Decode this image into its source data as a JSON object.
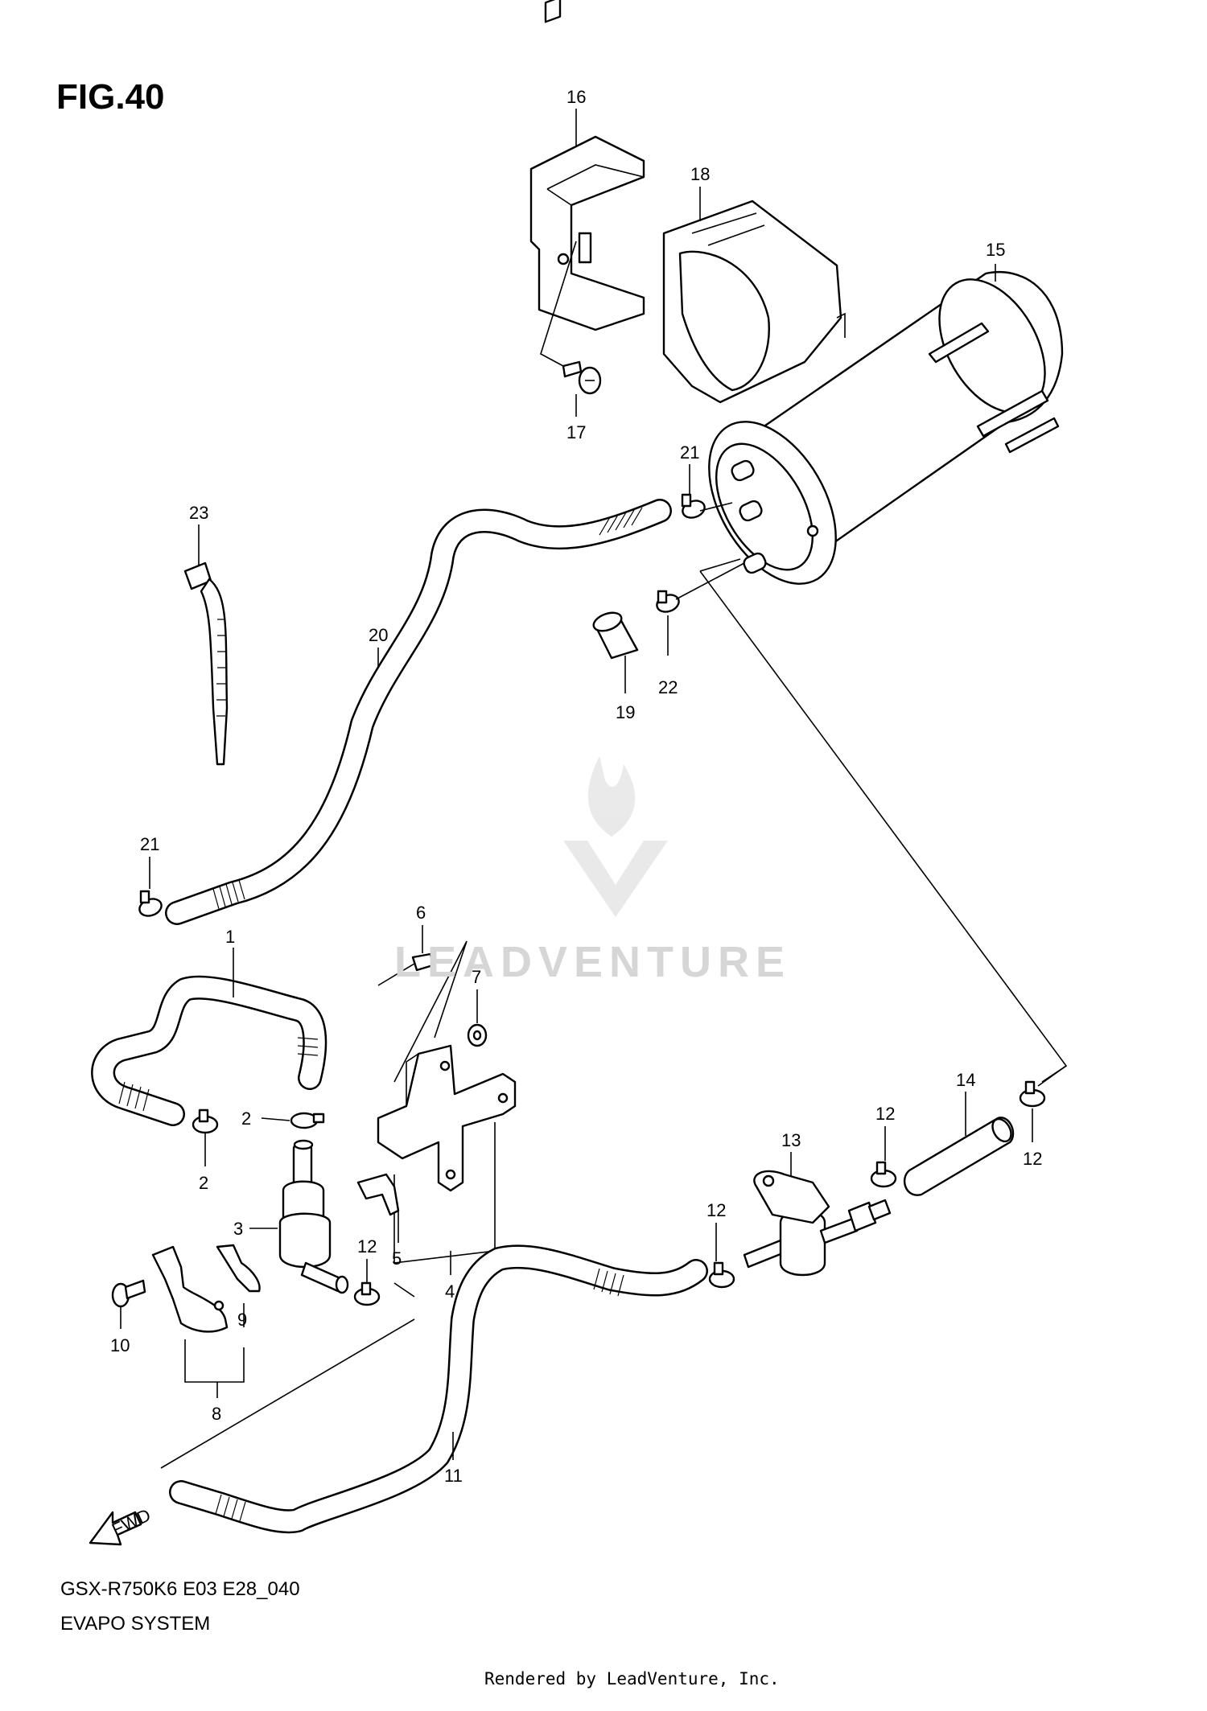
{
  "figure": {
    "title": "FIG.40",
    "model_code": "GSX-R750K6 E03 E28_040",
    "system_name": "EVAPO SYSTEM",
    "rendered_by": "Rendered by LeadVenture, Inc.",
    "watermark": "LEADVENTURE"
  },
  "callouts": [
    "1",
    "2",
    "2",
    "3",
    "4",
    "5",
    "6",
    "7",
    "8",
    "9",
    "10",
    "11",
    "12",
    "12",
    "12",
    "12",
    "13",
    "14",
    "15",
    "16",
    "17",
    "18",
    "19",
    "20",
    "21",
    "21",
    "22",
    "23"
  ],
  "fwd_label": "FWD"
}
